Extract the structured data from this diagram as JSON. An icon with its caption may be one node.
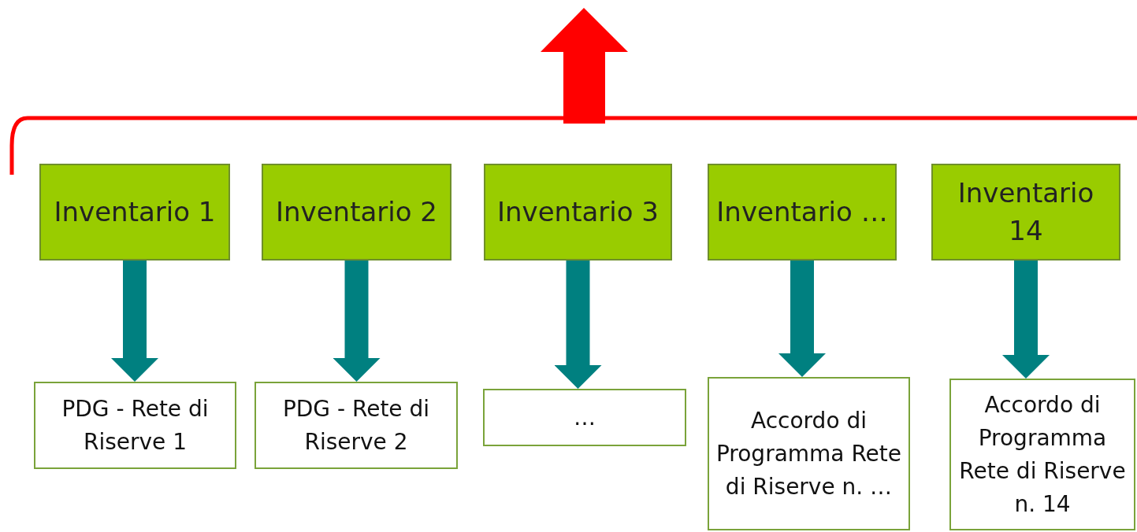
{
  "diagram": {
    "nodes": [
      {
        "text": [
          "Inventario 1"
        ]
      },
      {
        "text": [
          "Inventario 2"
        ]
      },
      {
        "text": [
          "Inventario 3"
        ]
      },
      {
        "text": [
          "Inventario …"
        ]
      },
      {
        "text": [
          "Inventario 14"
        ]
      },
      {
        "text": [
          "PDG - Rete di Riserve 1"
        ]
      },
      {
        "text": [
          "PDG - Rete di Riserve 2"
        ]
      },
      {
        "text": [
          "…"
        ]
      },
      {
        "text": [
          "Accordo di Programma Rete di Riserve n. …"
        ]
      },
      {
        "text": [
          "Accordo di Programma Rete di Riserve n. 14"
        ]
      }
    ],
    "edges": [
      {
        "from": 0,
        "to": 5,
        "arrow": "to"
      },
      {
        "from": 1,
        "to": 6,
        "arrow": "to"
      },
      {
        "from": 2,
        "to": 7,
        "arrow": "to"
      },
      {
        "from": 3,
        "to": 8,
        "arrow": "to"
      },
      {
        "from": 4,
        "to": 9,
        "arrow": "to"
      }
    ]
  }
}
